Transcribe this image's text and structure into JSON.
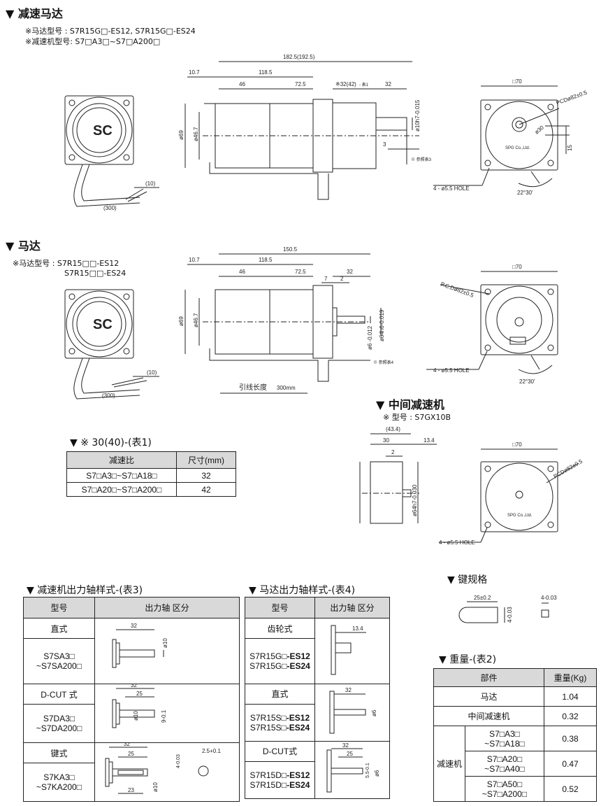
{
  "sec1": {
    "title": "▼ 减速马达",
    "note1": "※马达型号 : S7R15G□-ES12, S7R15G□-ES24",
    "note2": "※减速机型号: S7□A3□~S7□A200□",
    "dims": {
      "d1": "182.5(192.5)",
      "d2": "10.7",
      "d3": "118.5",
      "d4": "46",
      "d5": "72.5",
      "d6": "※32(42)",
      "d6b": "- 表1",
      "d7": "32",
      "d8": "ø69",
      "d9": "ø46.7",
      "d10": "ø10h7-0.015",
      "d11": "3",
      "d12": "※ 参照表3",
      "d13": "□70",
      "d14": "PCDø82±0.5",
      "d15": "ø30",
      "d16": "15",
      "d17": "4 - ø5.5 HOLE",
      "d18": "22°30'",
      "d19": "(10)",
      "d20": "(300)",
      "brand": "SPG Co.,Ltd."
    }
  },
  "sec2": {
    "title": "▼ 马达",
    "note1": "※马达型号 : S7R15□□-ES12",
    "note2": "S7R15□□-ES24",
    "dims": {
      "d1": "150.5",
      "d2": "10.7",
      "d3": "118.5",
      "d4": "46",
      "d5": "72.5",
      "d6": "32",
      "d7": "7",
      "d8": "2",
      "d9": "ø69",
      "d10": "ø46.7",
      "d11": "ø6 -0.012",
      "d12": "ø64h6-0.019",
      "d13": "※ 参照表4",
      "d14": "□70",
      "d15": "P.C.Dø82±0.5",
      "d16": "4 - ø5.5 HOLE",
      "d17": "22°30'",
      "d18": "(10)",
      "d19": "(300)",
      "d20": "引线长度",
      "d21": "300mm"
    }
  },
  "sec3": {
    "title": "▼ 中间减速机",
    "note": "※ 型号 : S7GX10B",
    "dims": {
      "d1": "(43.4)",
      "d2": "30",
      "d3": "13.4",
      "d4": "2",
      "d5": "ø64h7-0.030",
      "d6": "□70",
      "d7": "PCDø82±0.5",
      "d8": "4 - ø5.5 HOLE",
      "brand": "SPG Co.,Ltd."
    }
  },
  "table1": {
    "title": "▼ ※ 30(40)-(表1)",
    "headers": [
      "减速比",
      "尺寸(mm)"
    ],
    "rows": [
      [
        "S7□A3□~S7□A18□",
        "32"
      ],
      [
        "S7□A20□~S7□A200□",
        "42"
      ]
    ]
  },
  "table3": {
    "title": "▼ 减速机出力轴样式-(表3)",
    "headers": [
      "型号",
      "出力轴 区分"
    ],
    "rows": [
      {
        "type": "直式",
        "model1": "S7SA3□",
        "model2": "~S7SA200□",
        "dims": [
          "32",
          "ø10"
        ]
      },
      {
        "type": "D-CUT 式",
        "model1": "S7DA3□",
        "model2": "~S7DA200□",
        "dims": [
          "32",
          "25",
          "ø10",
          "9-0.1"
        ]
      },
      {
        "type": "键式",
        "model1": "S7KA3□",
        "model2": "~S7KA200□",
        "dims": [
          "32",
          "25",
          "23",
          "ø10",
          "4-0.03",
          "2.5+0.1"
        ]
      }
    ]
  },
  "table4": {
    "title": "▼ 马达出力轴样式-(表4)",
    "headers": [
      "型号",
      "出力轴 区分"
    ],
    "rows": [
      {
        "type": "齿轮式",
        "m1": "S7R15G□",
        "m1b": "-ES12",
        "m2": "S7R15G□",
        "m2b": "-ES24",
        "dims": [
          "13.4"
        ]
      },
      {
        "type": "直式",
        "m1": "S7R15S□",
        "m1b": "-ES12",
        "m2": "S7R15S□",
        "m2b": "-ES24",
        "dims": [
          "32",
          "ø6"
        ]
      },
      {
        "type": "D-CUT式",
        "m1": "S7R15D□",
        "m1b": "-ES12",
        "m2": "S7R15D□",
        "m2b": "-ES24",
        "dims": [
          "32",
          "25",
          "5.5-0.1",
          "ø6"
        ]
      }
    ]
  },
  "key": {
    "title": "▼ 键规格",
    "d1": "25±0.2",
    "d2": "4-0.03",
    "d3": "4-0.03"
  },
  "table2": {
    "title": "▼ 重量-(表2)",
    "headers": [
      "部件",
      "重量(Kg)"
    ],
    "r1": [
      "马达",
      "1.04"
    ],
    "r2": [
      "中间减速机",
      "0.32"
    ],
    "group": "减速机",
    "sub": [
      [
        "S7□A3□",
        "~S7□A18□",
        "0.38"
      ],
      [
        "S7□A20□",
        "~S7□A40□",
        "0.47"
      ],
      [
        "S7□A50□",
        "~S7□A200□",
        "0.52"
      ]
    ]
  }
}
